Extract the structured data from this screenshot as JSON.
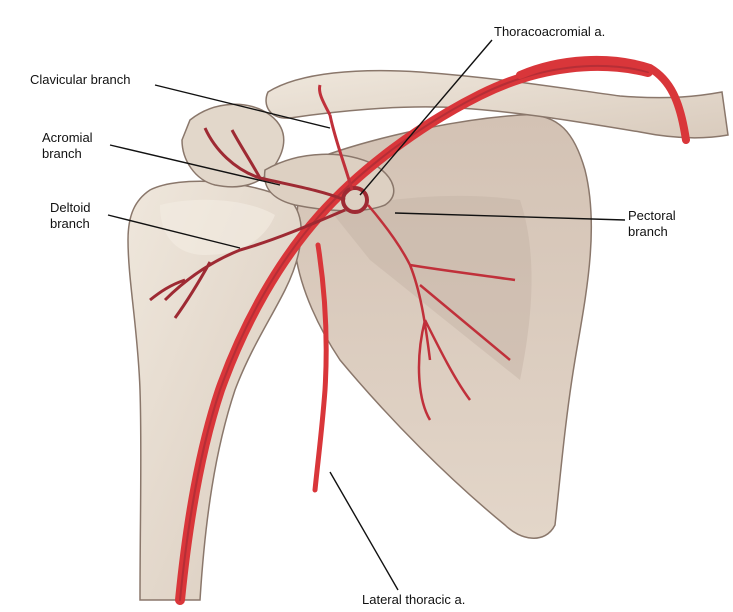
{
  "labels": {
    "thoracoacromial": "Thoracoacromial a.",
    "clavicular_branch": "Clavicular branch",
    "acromial_branch": [
      "Acromial",
      "branch"
    ],
    "deltoid_branch": [
      "Deltoid",
      "branch"
    ],
    "pectoral_branch": [
      "Pectoral",
      "branch"
    ],
    "lateral_thoracic": "Lateral thoracic a."
  },
  "colors": {
    "artery": "#d9363a",
    "artery_dark": "#9e2a33",
    "bone_fill": "#e6dcd0",
    "bone_shade": "#b9a79a",
    "leader_line": "#111111"
  }
}
